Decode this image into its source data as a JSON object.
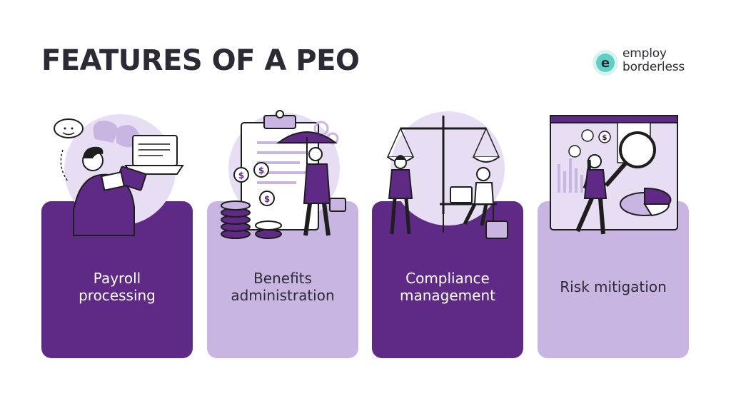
{
  "header": {
    "title": "FEATURES OF A PEO"
  },
  "logo": {
    "line1": "employ",
    "line2": "borderless",
    "mark_letter": "e"
  },
  "colors": {
    "dark_purple": "#5e2a86",
    "light_purple": "#c9b5e2",
    "text_dark": "#2b2b35",
    "logo_teal": "#5fd0c4"
  },
  "features": [
    {
      "line1": "Payroll",
      "line2": "processing",
      "style": "dark",
      "icon": "payroll-illustration"
    },
    {
      "line1": "Benefits",
      "line2": "administration",
      "style": "light",
      "icon": "benefits-illustration"
    },
    {
      "line1": "Compliance",
      "line2": "management",
      "style": "dark",
      "icon": "compliance-illustration"
    },
    {
      "line1": "Risk mitigation",
      "line2": "",
      "style": "light",
      "icon": "risk-illustration"
    }
  ]
}
